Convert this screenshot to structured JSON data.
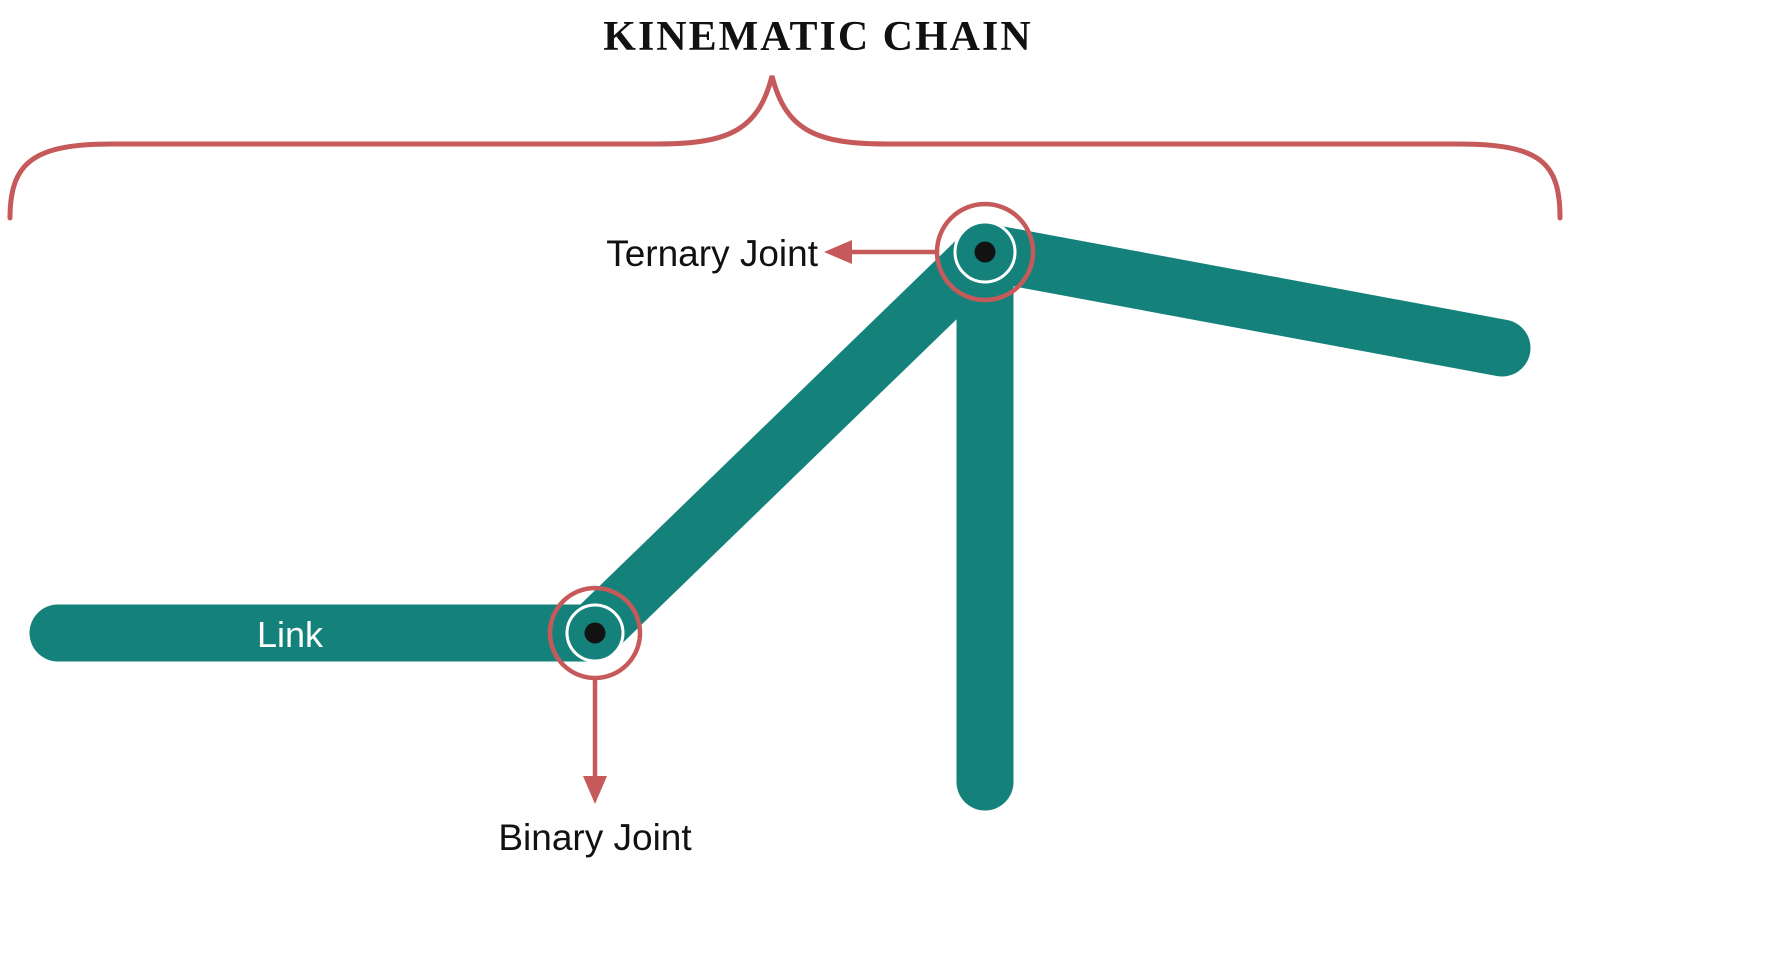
{
  "title": "KINEMATIC CHAIN",
  "labels": {
    "link": "Link",
    "ternary_joint": "Ternary Joint",
    "binary_joint": "Binary Joint"
  },
  "colors": {
    "link_teal": "#14827B",
    "annotation_red": "#C65A5B",
    "joint_dot": "#121212",
    "joint_inner_ring": "#FFFFFF",
    "background": "#FFFFFF",
    "text": "#111111"
  }
}
